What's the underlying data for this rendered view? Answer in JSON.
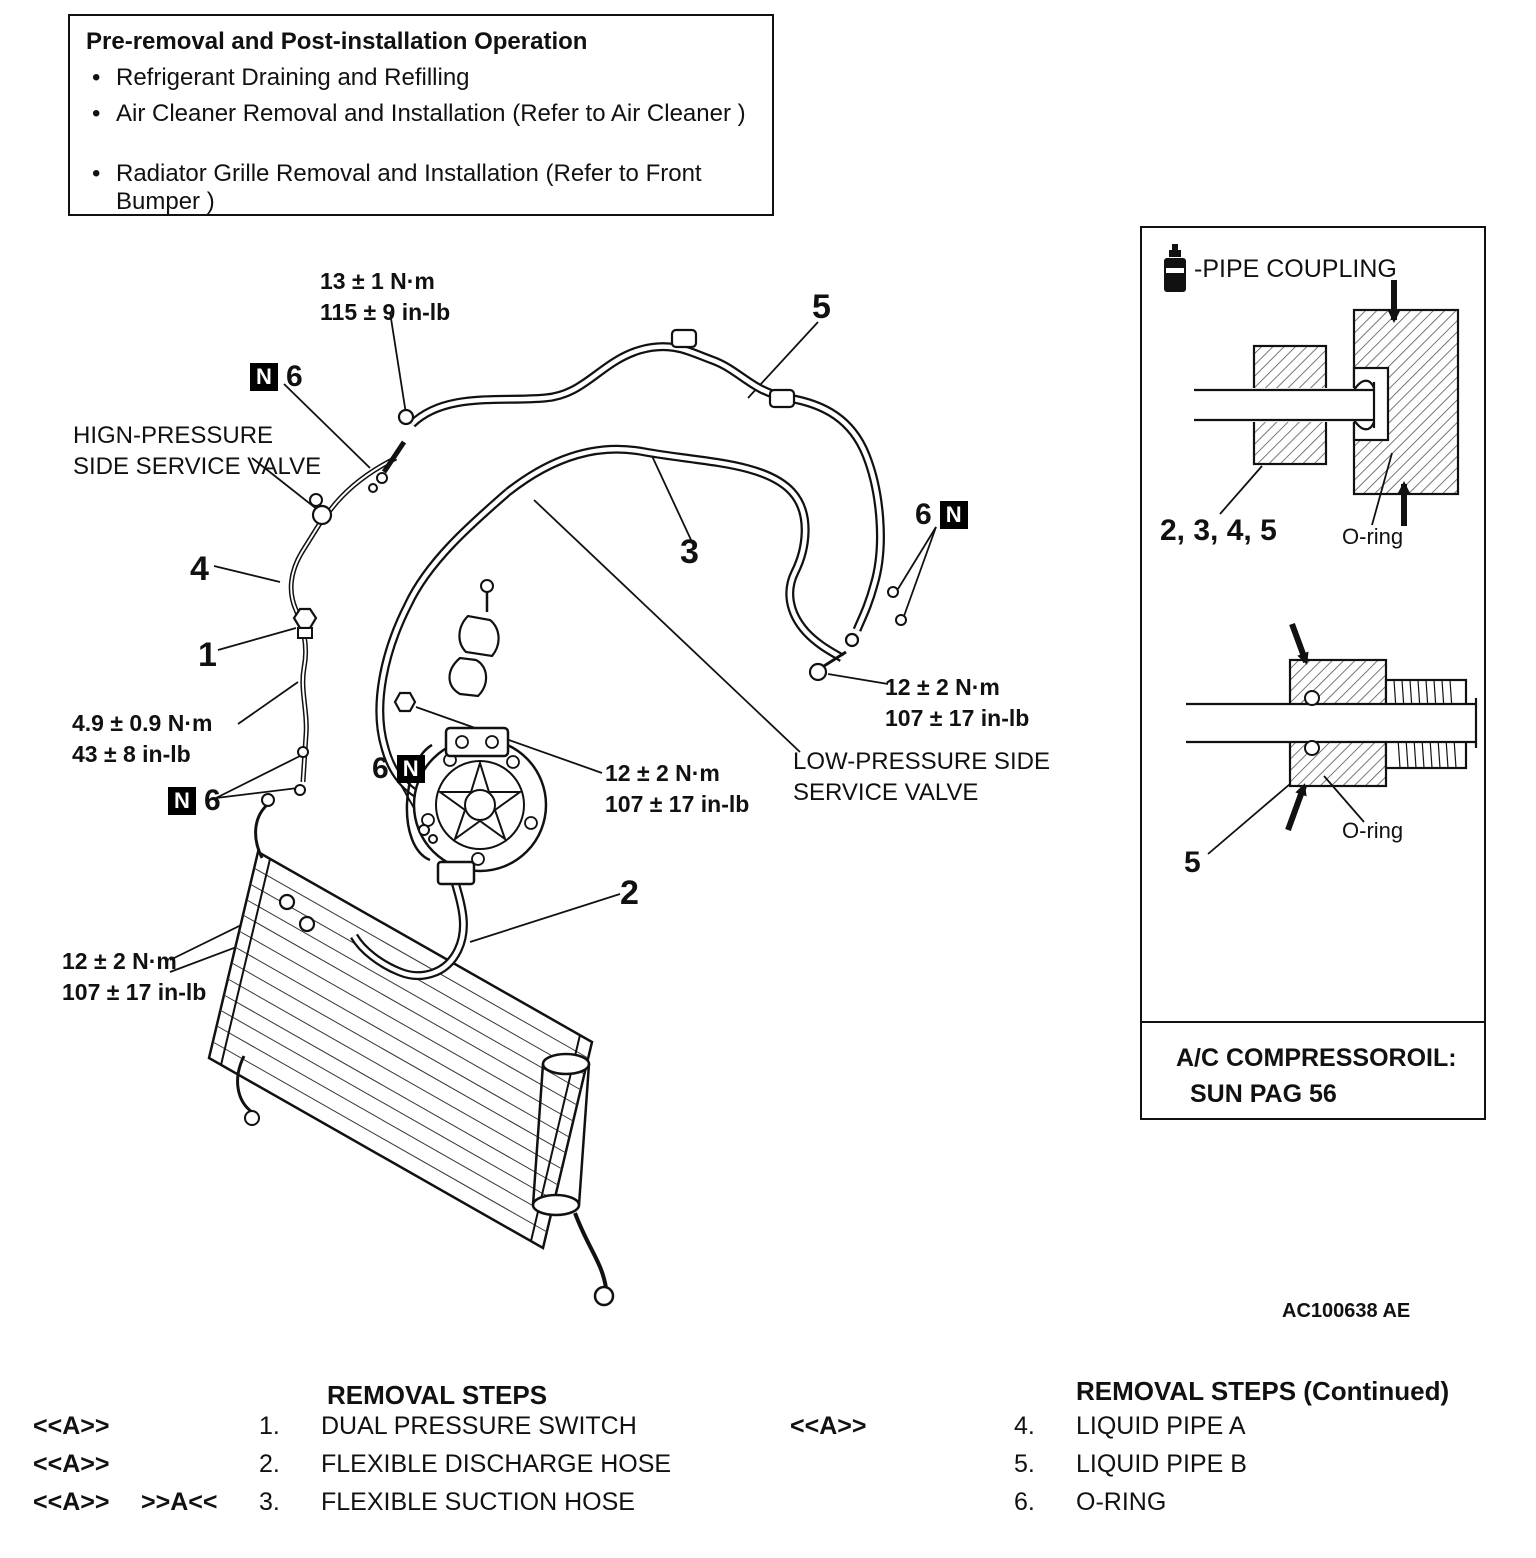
{
  "pre_op_box": {
    "title": "Pre-removal and Post-installation Operation",
    "bullets": [
      "Refrigerant Draining and Refilling",
      "Air Cleaner Removal and Installation (Refer to Air Cleaner )",
      "Radiator Grille Removal and Installation (Refer to Front Bumper )"
    ]
  },
  "diagram": {
    "labels": {
      "torque_13_nm": "13 ± 1 N·m",
      "torque_13_inlb": "115 ± 9 in-lb",
      "torque_49_nm": "4.9 ± 0.9 N·m",
      "torque_49_inlb": "43 ± 8 in-lb",
      "torque_12_nm": "12 ± 2 N·m",
      "torque_12_inlb": "107 ± 17 in-lb",
      "high_pressure_1": "HIGN-PRESSURE",
      "high_pressure_2": "SIDE SERVICE VALVE",
      "low_pressure_1": "LOW-PRESSURE SIDE",
      "low_pressure_2": "SERVICE VALVE"
    },
    "callouts": {
      "one": "1",
      "two": "2",
      "three": "3",
      "four": "4",
      "five": "5",
      "six": "6"
    },
    "n_marker": "N",
    "figure_code": "AC100638 AE"
  },
  "side_panel": {
    "header": "-PIPE COUPLING",
    "coupling_parts": "2, 3, 4,  5",
    "oring_top": "O-ring",
    "oring_bottom": "O-ring",
    "part5": "5",
    "oil_line1": "A/C COMPRESSOROIL:",
    "oil_line2": "SUN PAG 56"
  },
  "steps": {
    "left": {
      "header": "REMOVAL STEPS",
      "rows": [
        {
          "marker1": "<<A>>",
          "marker2": "",
          "num": "1.",
          "name": "DUAL PRESSURE SWITCH"
        },
        {
          "marker1": "<<A>>",
          "marker2": "",
          "num": "2.",
          "name": "FLEXIBLE DISCHARGE HOSE"
        },
        {
          "marker1": "<<A>>",
          "marker2": ">>A<<",
          "num": "3.",
          "name": "FLEXIBLE SUCTION HOSE"
        }
      ]
    },
    "right": {
      "header": "REMOVAL STEPS (Continued)",
      "rows": [
        {
          "marker1": "<<A>>",
          "num": "4.",
          "name": "LIQUID PIPE A"
        },
        {
          "marker1": "",
          "num": "5.",
          "name": "LIQUID PIPE B"
        },
        {
          "marker1": "",
          "num": "6.",
          "name": "O-RING"
        }
      ]
    }
  }
}
